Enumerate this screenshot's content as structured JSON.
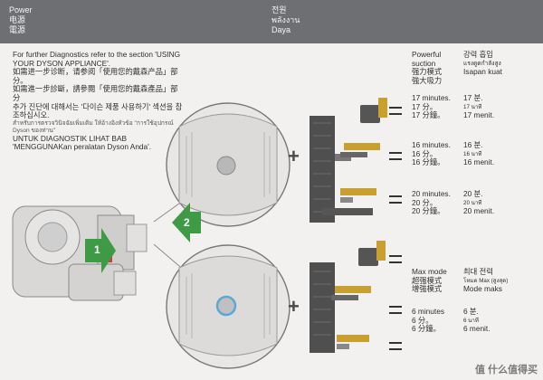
{
  "header": {
    "left": [
      "Power",
      "电源",
      "電源"
    ],
    "right": [
      "전원",
      "พลังงาน",
      "Daya"
    ]
  },
  "intro": {
    "en": "For further Diagnostics refer to the section 'USING YOUR DYSON APPLIANCE'.",
    "zh_cn": "如需进一步诊断，请参阅「使用您的戴森产品」部分。",
    "zh_tw": "如需進一步診斷，請參閱「使用您的戴森產品」部分",
    "ko": "추가 진단에 대해서는 '다이슨 제품 사용하기' 섹션을 참조하십시오.",
    "th": "สำหรับการตรวจวินิจฉัยเพิ่มเติม ให้อ้างอิงหัวข้อ \"การใช้อุปกรณ์ Dyson ของท่าน\"",
    "id": "UNTUK DIAGNOSTIK LIHAT BAB 'MENGGUNAKan peralatan Dyson Anda'."
  },
  "table_header": {
    "powerful": [
      "Powerful",
      "suction",
      "强力模式",
      "強大吸力"
    ],
    "other": [
      "강력 흡입",
      "แรงดูดกำลังสูง",
      "Isapan kuat"
    ],
    "max": [
      "Max mode",
      "超强模式",
      "增強模式"
    ],
    "max_other": [
      "최대 전력",
      "โหมด Max (สูงสุด)",
      "Mode maks"
    ]
  },
  "runtimes": {
    "r17": [
      "17 minutes.",
      "17 分。",
      "17 分鐘。"
    ],
    "r17_other": [
      "17 분.",
      "17 นาที",
      "17 menit."
    ],
    "r16": [
      "16 minutes.",
      "16 分。",
      "16 分鐘。"
    ],
    "r16_other": [
      "16 분.",
      "16 นาที",
      "16 menit."
    ],
    "r20": [
      "20 minutes.",
      "20 分。",
      "20 分鐘。"
    ],
    "r20_other": [
      "20 분.",
      "20 นาที",
      "20 menit."
    ],
    "r6": [
      "6 minutes",
      "6 分。",
      "6 分鐘。"
    ],
    "r6_other": [
      "6 분.",
      "6 นาที",
      "6 menit."
    ]
  },
  "steps": {
    "one": "1",
    "two": "2"
  },
  "watermark": "值 什么值得买",
  "colors": {
    "header_bg": "#6d6f72",
    "arrow_green": "#3f9a45",
    "ring_blue": "#5aa8d8"
  }
}
